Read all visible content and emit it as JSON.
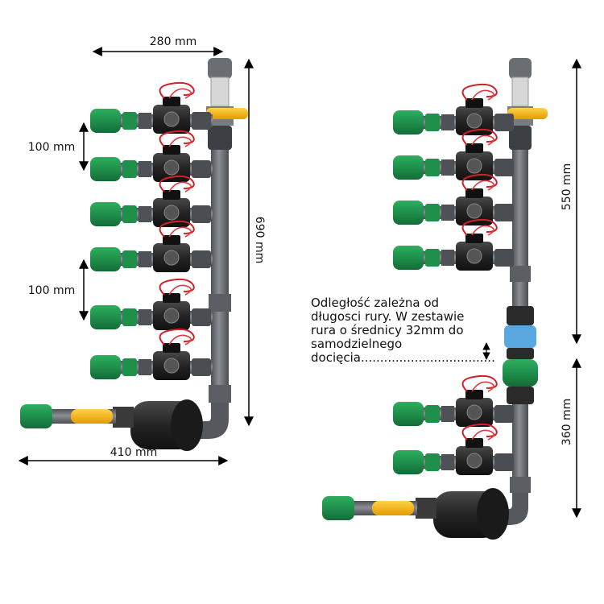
{
  "left_assembly": {
    "width_top_label": "280 mm",
    "height_label": "690 mm",
    "spacing_label_1": "100 mm",
    "spacing_label_2": "100 mm",
    "width_bottom_label": "410 mm",
    "valve_count": 6
  },
  "right_assembly": {
    "upper_height_label": "550 mm",
    "lower_height_label": "360 mm",
    "note_lines": [
      "Odległość zależna od",
      "długosci rury. W zestawie",
      "rura o średnicy 32mm do",
      "samodzielnego",
      "docięcia..................................."
    ],
    "valve_count_upper": 4,
    "valve_count_lower": 2
  },
  "colors": {
    "pipe_gray": "#6f7277",
    "fitting_green": "#1f8f4c",
    "valve_black": "#2a2a2a",
    "handle_yellow": "#f5b400",
    "wire_red": "#d3202a",
    "coupling_blue": "#5aa8e0"
  }
}
